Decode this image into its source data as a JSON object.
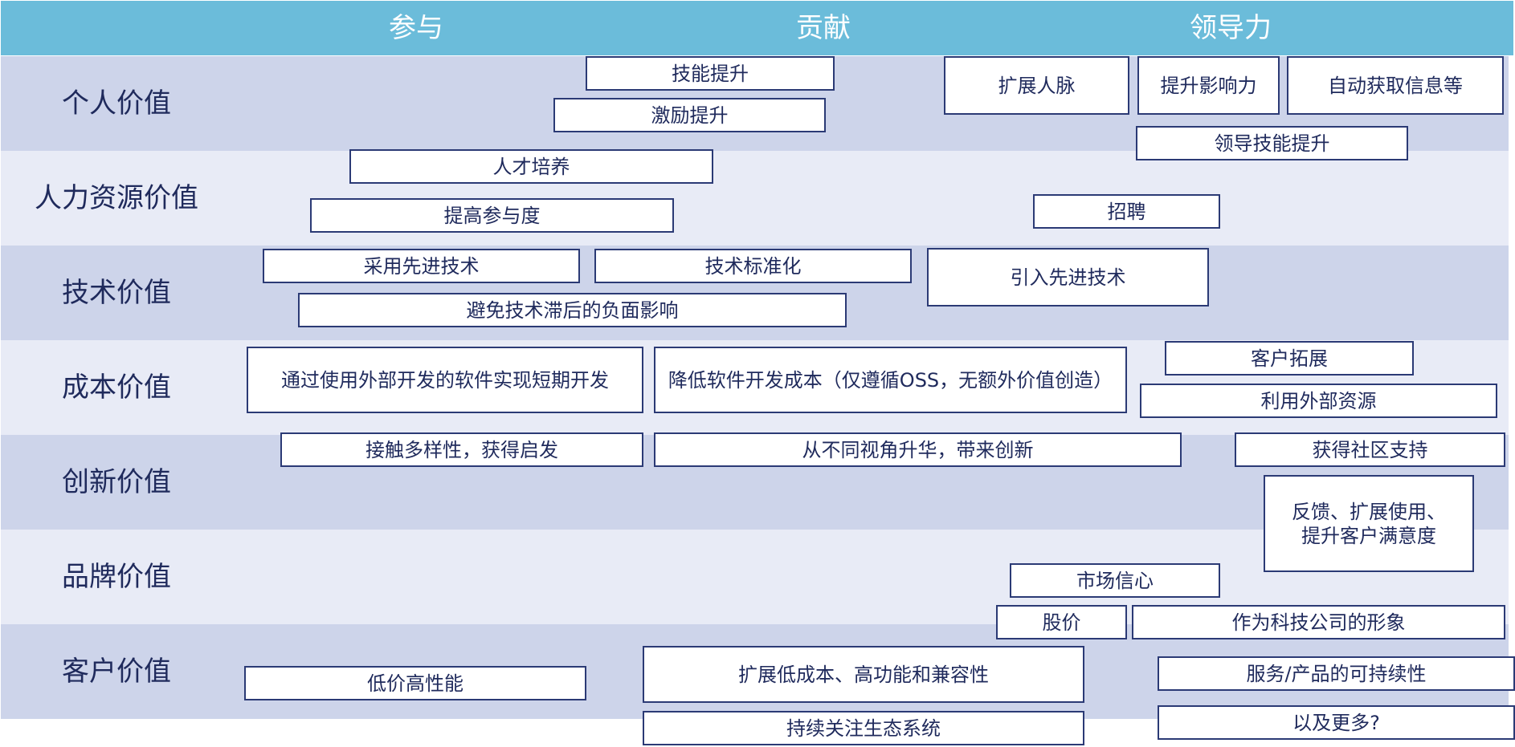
{
  "header": {
    "columns": [
      "参与",
      "贡献",
      "领导力"
    ]
  },
  "rows": [
    "个人价值",
    "人力资源价值",
    "技术价值",
    "成本价值",
    "创新价值",
    "品牌价值",
    "客户价值"
  ],
  "boxes": {
    "skill_up": "技能提升",
    "motivation_up": "激励提升",
    "expand_network": "扩展人脉",
    "raise_influence": "提升影响力",
    "auto_info": "自动获取信息等",
    "leadership_skill": "领导技能提升",
    "talent_dev": "人才培养",
    "engagement": "提高参与度",
    "recruit": "招聘",
    "adopt_tech": "采用先进技术",
    "tech_standard": "技术标准化",
    "introduce_tech": "引入先进技术",
    "avoid_lag": "避免技术滞后的负面影响",
    "short_term_dev": "通过使用外部开发的软件实现短期开发",
    "reduce_cost": "降低软件开发成本（仅遵循OSS，无额外价值创造）",
    "customer_expand": "客户拓展",
    "external_resources": "利用外部资源",
    "diversity": "接触多样性，获得启发",
    "perspectives": "从不同视角升华，带来创新",
    "community_support": "获得社区支持",
    "feedback": "反馈、扩展使用、提升客户满意度",
    "market_confidence": "市场信心",
    "stock_price": "股价",
    "tech_image": "作为科技公司的形象",
    "low_price": "低价高性能",
    "expand_compat": "扩展低成本、高功能和兼容性",
    "sustainability": "服务/产品的可持续性",
    "ecosystem": "持续关注生态系统",
    "and_more": "以及更多?"
  }
}
